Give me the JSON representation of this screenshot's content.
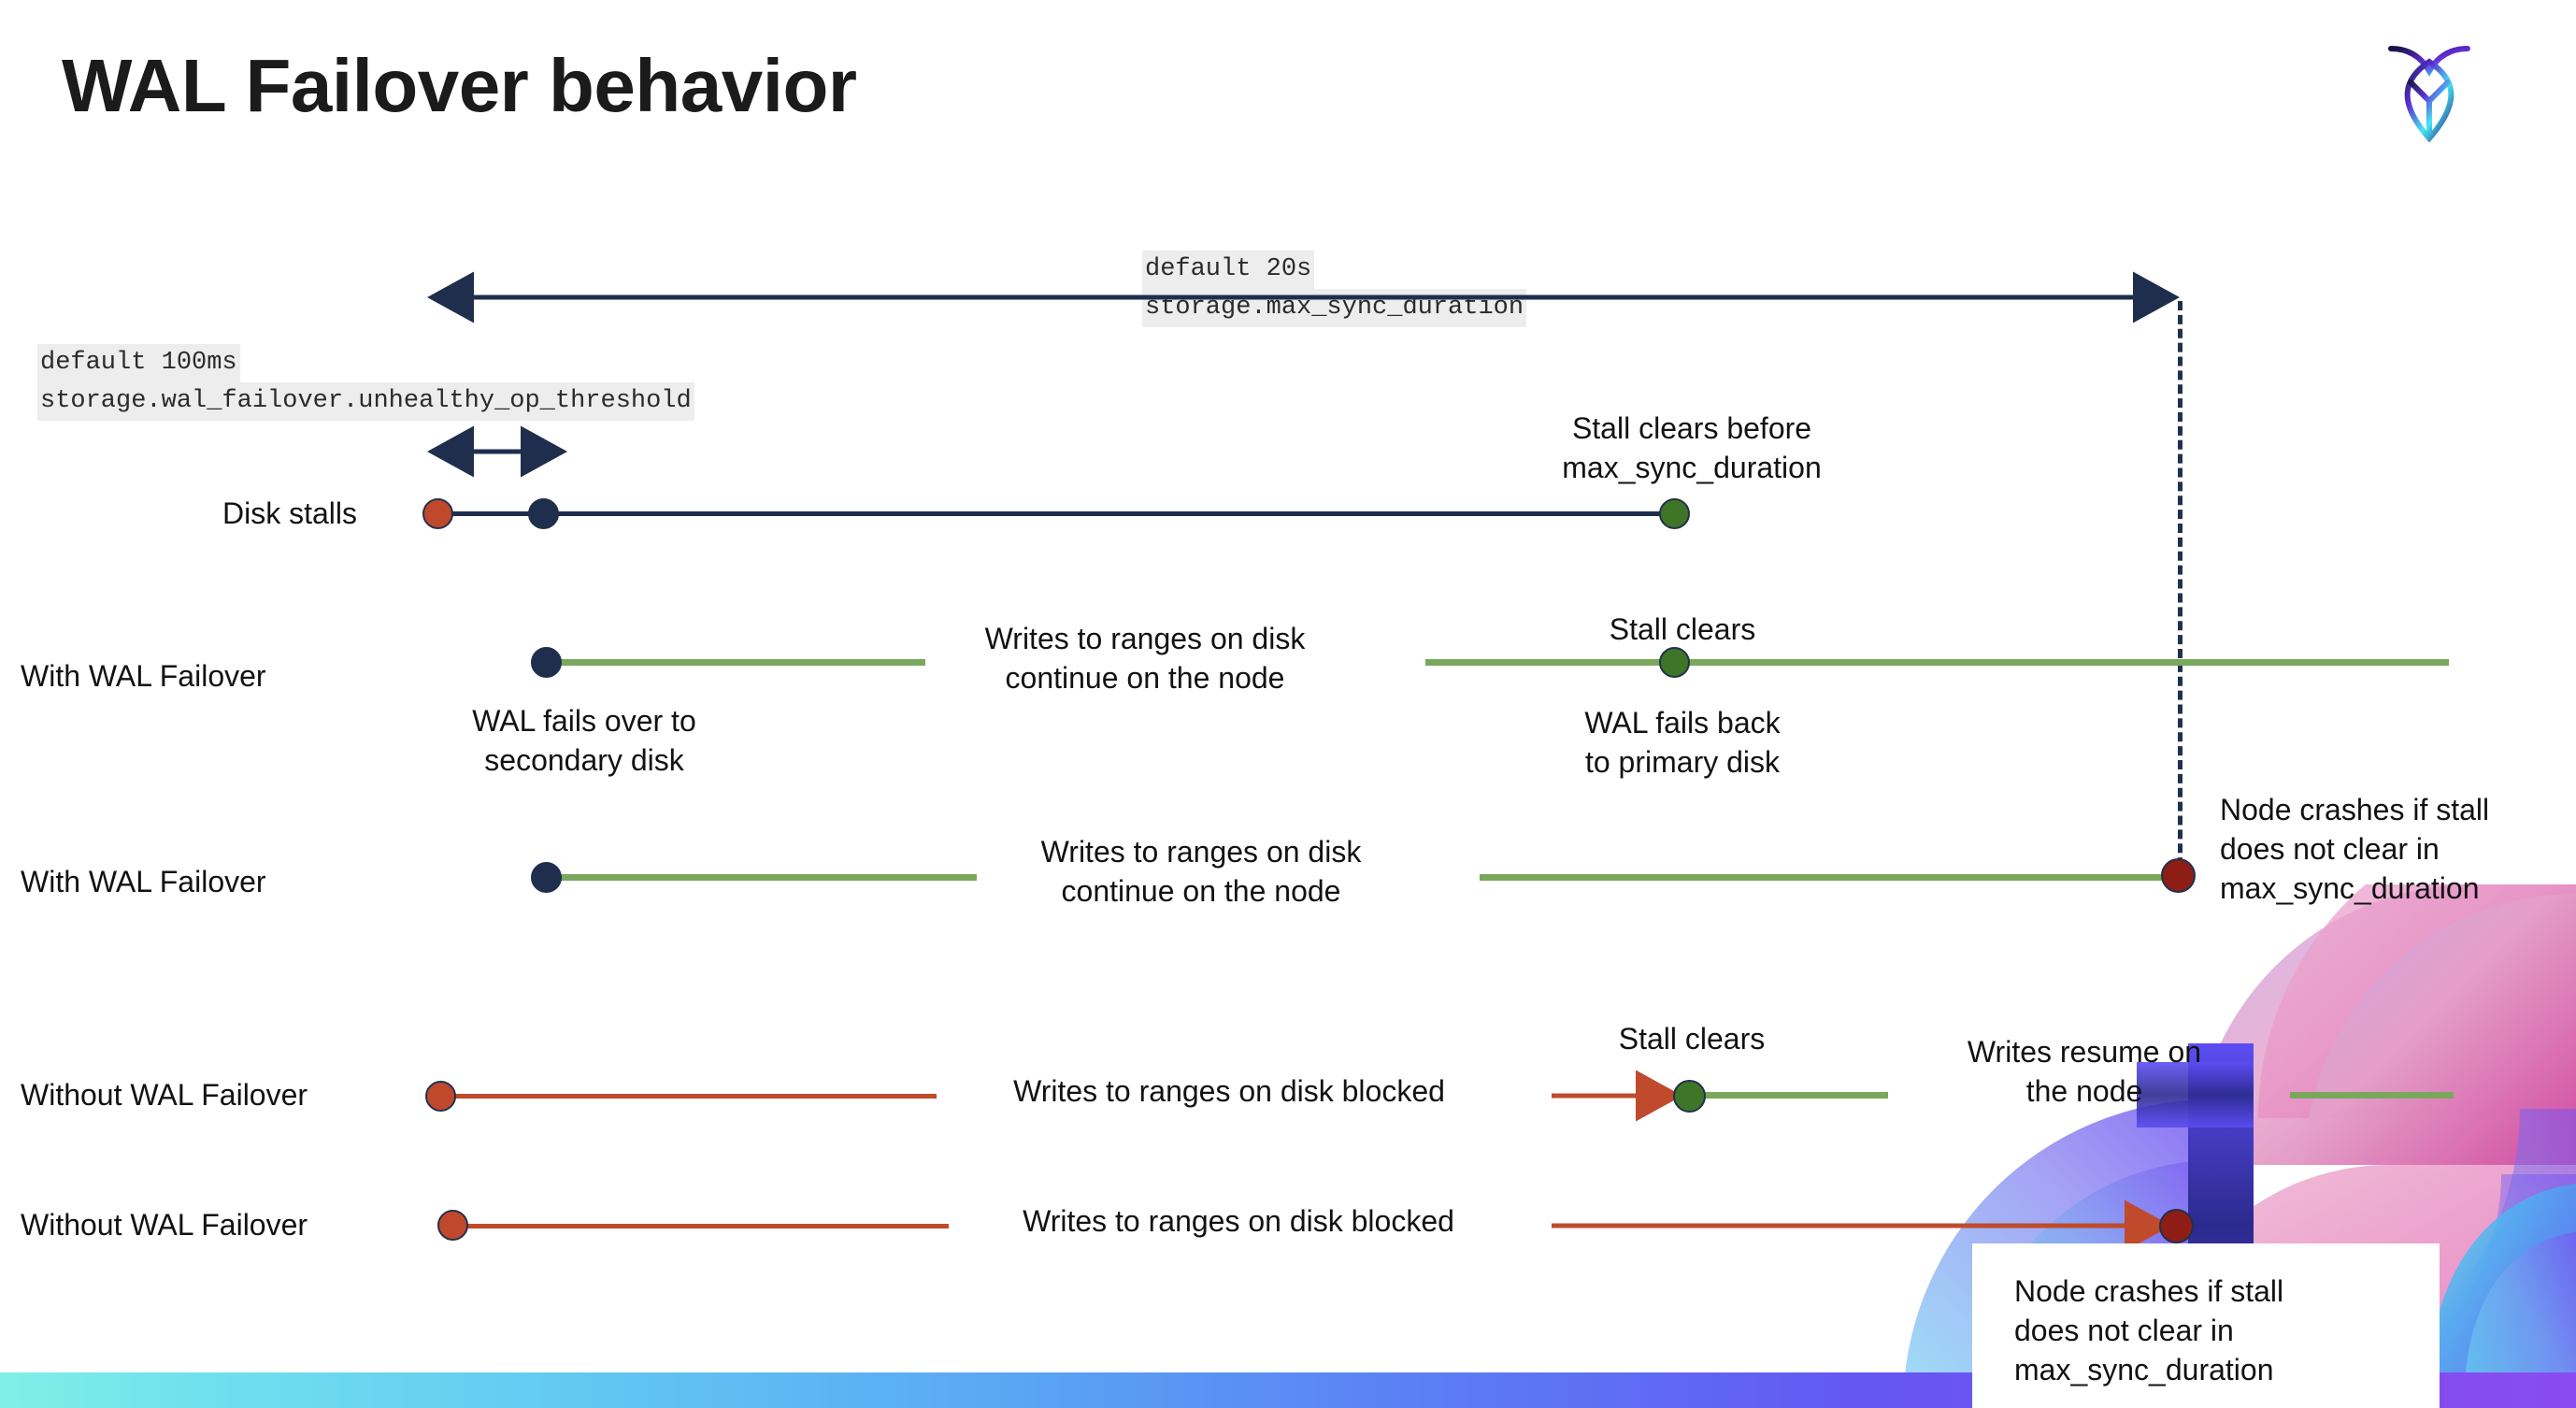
{
  "slide": {
    "title": "WAL Failover behavior",
    "logo_name": "cockroachdb-logo"
  },
  "settings": {
    "max_sync_duration": {
      "default_line": "default 20s",
      "name_line": "storage.max_sync_duration"
    },
    "unhealthy_op_threshold": {
      "default_line": "default 100ms",
      "name_line": "storage.wal_failover.unhealthy_op_threshold"
    }
  },
  "rows": [
    {
      "id": "disk-stalls",
      "label": "Disk stalls",
      "annotations": [
        "Stall clears before\nmax_sync_duration"
      ]
    },
    {
      "id": "with-wal-failover-1",
      "label": "With WAL Failover",
      "annotations": [
        "WAL fails over to\nsecondary disk",
        "Writes to ranges on disk\ncontinue on the node",
        "Stall clears",
        "WAL fails  back\nto primary disk"
      ]
    },
    {
      "id": "with-wal-failover-2",
      "label": "With WAL Failover",
      "annotations": [
        "Writes to ranges on disk\ncontinue on the node",
        "Node crashes if stall\ndoes not clear in\nmax_sync_duration"
      ]
    },
    {
      "id": "without-wal-failover-1",
      "label": "Without WAL Failover",
      "annotations": [
        "Writes to ranges on disk  blocked",
        "Stall clears",
        "Writes resume on\nthe node"
      ]
    },
    {
      "id": "without-wal-failover-2",
      "label": "Without WAL Failover",
      "annotations": [
        "Writes to ranges on disk  blocked",
        "Node crashes if stall\ndoes not clear in\nmax_sync_duration"
      ]
    }
  ],
  "colors": {
    "navy": "#1f2e4d",
    "green_line": "#79a85c",
    "green_dot": "#3f7527",
    "red_line": "#c04b2c",
    "red_dot": "#c0492c",
    "dark_red_dot": "#8e1d16",
    "code_bg": "#ededed",
    "bar_gradient_start": "#7ff0e6",
    "bar_gradient_end": "#8a4bf0"
  }
}
